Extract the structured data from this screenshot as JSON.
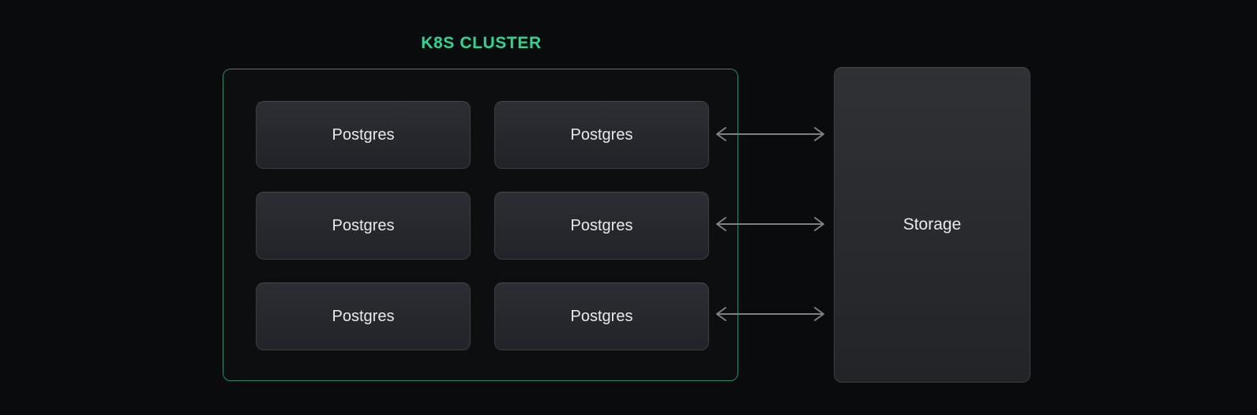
{
  "title": {
    "text": "K8S CLUSTER"
  },
  "colors": {
    "background": "#0a0b0c",
    "accent-green": "#2bd795",
    "cluster-border": "#2b8a66",
    "node-border": "#3b3d43",
    "node-bg-top": "#2d2e33",
    "node-bg-bottom": "#222328",
    "node-text": "#e9eaec",
    "arrow": "#7d8085"
  },
  "cluster": {
    "label": "K8S CLUSTER",
    "nodes": [
      {
        "label": "Postgres"
      },
      {
        "label": "Postgres"
      },
      {
        "label": "Postgres"
      },
      {
        "label": "Postgres"
      },
      {
        "label": "Postgres"
      },
      {
        "label": "Postgres"
      }
    ]
  },
  "storage": {
    "label": "Storage"
  },
  "arrows": [
    {
      "name": "storage-link-row-1",
      "type": "double-headed"
    },
    {
      "name": "storage-link-row-2",
      "type": "double-headed"
    },
    {
      "name": "storage-link-row-3",
      "type": "double-headed"
    }
  ]
}
